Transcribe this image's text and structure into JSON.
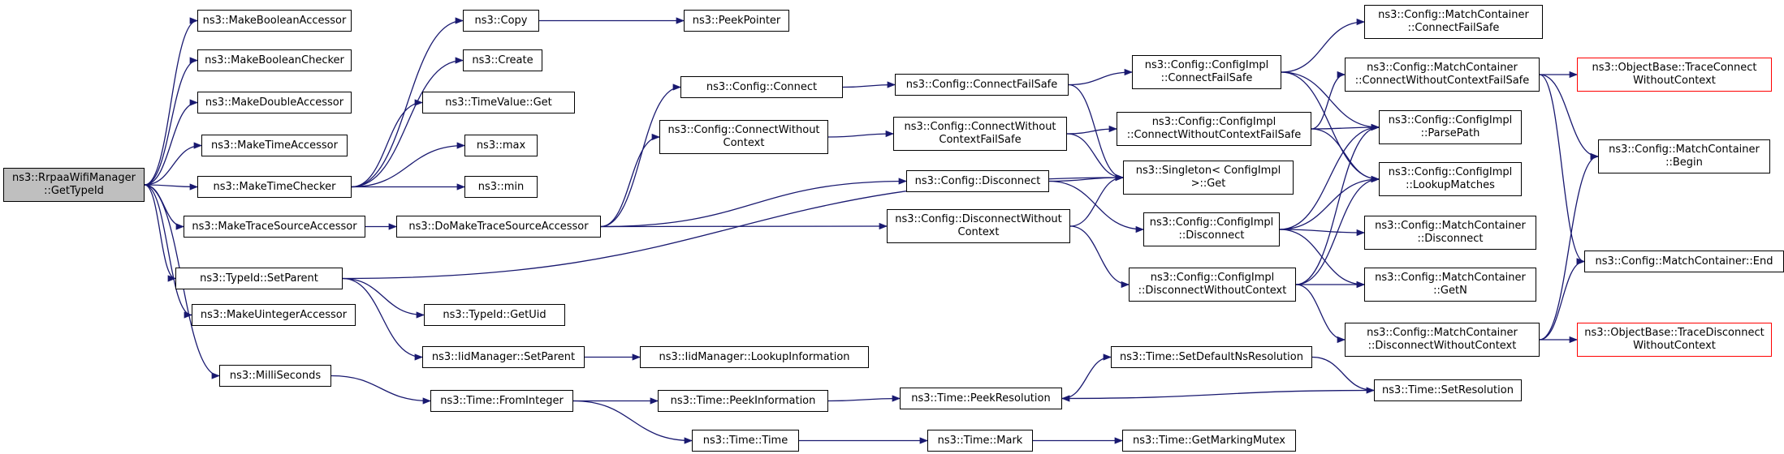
{
  "colors": {
    "edge": "#191970",
    "root_fill": "#bfbfbf",
    "node_border": "#000000",
    "external_border": "#ff0000"
  },
  "nodes": [
    {
      "id": "root",
      "label": "ns3::RrpaaWifiManager\n::GetTypeId",
      "kind": "root"
    },
    {
      "id": "mkboolacc",
      "label": "ns3::MakeBooleanAccessor"
    },
    {
      "id": "mkboolchk",
      "label": "ns3::MakeBooleanChecker"
    },
    {
      "id": "mkdblacc",
      "label": "ns3::MakeDoubleAccessor"
    },
    {
      "id": "mktimeacc",
      "label": "ns3::MakeTimeAccessor"
    },
    {
      "id": "mktimechk",
      "label": "ns3::MakeTimeChecker"
    },
    {
      "id": "mktsacc",
      "label": "ns3::MakeTraceSourceAccessor"
    },
    {
      "id": "setparent",
      "label": "ns3::TypeId::SetParent"
    },
    {
      "id": "mkuintacc",
      "label": "ns3::MakeUintegerAccessor"
    },
    {
      "id": "millis",
      "label": "ns3::MilliSeconds"
    },
    {
      "id": "copy",
      "label": "ns3::Copy"
    },
    {
      "id": "peekptr",
      "label": "ns3::PeekPointer"
    },
    {
      "id": "create",
      "label": "ns3::Create"
    },
    {
      "id": "tvget",
      "label": "ns3::TimeValue::Get"
    },
    {
      "id": "max",
      "label": "ns3::max"
    },
    {
      "id": "min",
      "label": "ns3::min"
    },
    {
      "id": "domkts",
      "label": "ns3::DoMakeTraceSourceAccessor"
    },
    {
      "id": "getuid",
      "label": "ns3::TypeId::GetUid"
    },
    {
      "id": "iidsetparent",
      "label": "ns3::IidManager::SetParent"
    },
    {
      "id": "iidlookup",
      "label": "ns3::IidManager::LookupInformation"
    },
    {
      "id": "fromint",
      "label": "ns3::Time::FromInteger"
    },
    {
      "id": "peekinfo",
      "label": "ns3::Time::PeekInformation"
    },
    {
      "id": "timetime",
      "label": "ns3::Time::Time"
    },
    {
      "id": "peekres",
      "label": "ns3::Time::PeekResolution"
    },
    {
      "id": "mark",
      "label": "ns3::Time::Mark"
    },
    {
      "id": "getmutex",
      "label": "ns3::Time::GetMarkingMutex"
    },
    {
      "id": "setdefres",
      "label": "ns3::Time::SetDefaultNsResolution"
    },
    {
      "id": "setres",
      "label": "ns3::Time::SetResolution"
    },
    {
      "id": "cfgconnect",
      "label": "ns3::Config::Connect"
    },
    {
      "id": "cfgconnwo",
      "label": "ns3::Config::ConnectWithout\nContext"
    },
    {
      "id": "cfgdisc",
      "label": "ns3::Config::Disconnect"
    },
    {
      "id": "cfgdiscwo",
      "label": "ns3::Config::DisconnectWithout\nContext"
    },
    {
      "id": "cfgconnfs",
      "label": "ns3::Config::ConnectFailSafe"
    },
    {
      "id": "cfgconnwofs",
      "label": "ns3::Config::ConnectWithout\nContextFailSafe"
    },
    {
      "id": "singleton",
      "label": "ns3::Singleton< ConfigImpl\n>::Get"
    },
    {
      "id": "impconnfs",
      "label": "ns3::Config::ConfigImpl\n::ConnectFailSafe"
    },
    {
      "id": "impconnwofs",
      "label": "ns3::Config::ConfigImpl\n::ConnectWithoutContextFailSafe"
    },
    {
      "id": "impdisc",
      "label": "ns3::Config::ConfigImpl\n::Disconnect"
    },
    {
      "id": "impdiscwo",
      "label": "ns3::Config::ConfigImpl\n::DisconnectWithoutContext"
    },
    {
      "id": "mcconnfs",
      "label": "ns3::Config::MatchContainer\n::ConnectFailSafe"
    },
    {
      "id": "mcconnwofs",
      "label": "ns3::Config::MatchContainer\n::ConnectWithoutContextFailSafe"
    },
    {
      "id": "parsepath",
      "label": "ns3::Config::ConfigImpl\n::ParsePath"
    },
    {
      "id": "lookupmatches",
      "label": "ns3::Config::ConfigImpl\n::LookupMatches"
    },
    {
      "id": "mcdisc",
      "label": "ns3::Config::MatchContainer\n::Disconnect"
    },
    {
      "id": "mcgetn",
      "label": "ns3::Config::MatchContainer\n::GetN"
    },
    {
      "id": "mcdiscwo",
      "label": "ns3::Config::MatchContainer\n::DisconnectWithoutContext"
    },
    {
      "id": "obtc",
      "label": "ns3::ObjectBase::TraceConnect\nWithoutContext",
      "kind": "external"
    },
    {
      "id": "mcbegin",
      "label": "ns3::Config::MatchContainer\n::Begin"
    },
    {
      "id": "mcend",
      "label": "ns3::Config::MatchContainer::End"
    },
    {
      "id": "obtd",
      "label": "ns3::ObjectBase::TraceDisconnect\nWithoutContext",
      "kind": "external"
    }
  ]
}
